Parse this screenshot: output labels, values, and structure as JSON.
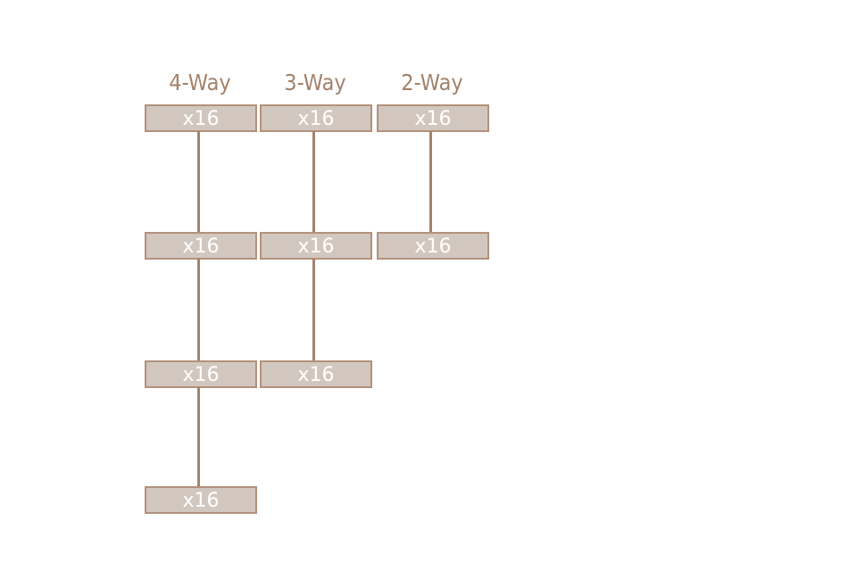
{
  "columns": [
    {
      "title": "4-Way",
      "boxes": [
        "x16",
        "x16",
        "x16",
        "x16"
      ]
    },
    {
      "title": "3-Way",
      "boxes": [
        "x16",
        "x16",
        "x16"
      ]
    },
    {
      "title": "2-Way",
      "boxes": [
        "x16",
        "x16"
      ]
    }
  ],
  "colors": {
    "border": "#b2917b",
    "fill": "#d2c7be",
    "title": "#a3826b"
  }
}
